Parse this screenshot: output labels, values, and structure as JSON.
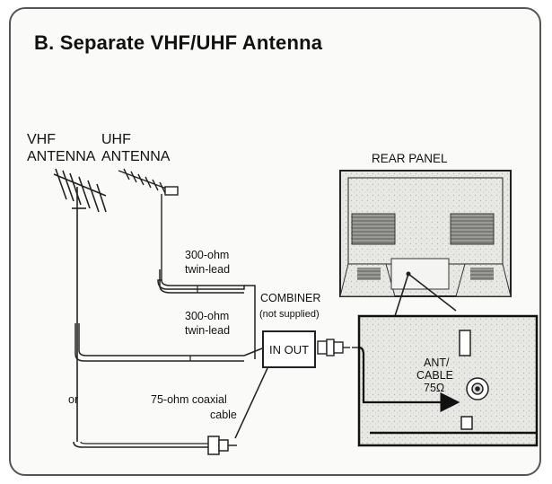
{
  "title": "B. Separate VHF/UHF Antenna",
  "vhf_antenna": {
    "line1": "VHF",
    "line2": "ANTENNA"
  },
  "uhf_antenna": {
    "line1": "UHF",
    "line2": "ANTENNA"
  },
  "rear_panel": "REAR PANEL",
  "lead_upper": {
    "line1": "300-ohm",
    "line2": "twin-lead"
  },
  "lead_lower": {
    "line1": "300-ohm",
    "line2": "twin-lead"
  },
  "combiner": {
    "name": "COMBINER",
    "note": "(not supplied)",
    "ports": "IN OUT"
  },
  "coax": {
    "or_label": "or",
    "line1": "75-ohm coaxial",
    "line2": "cable"
  },
  "terminal": {
    "line1": "ANT/",
    "line2": "CABLE",
    "line3": "75Ω"
  }
}
